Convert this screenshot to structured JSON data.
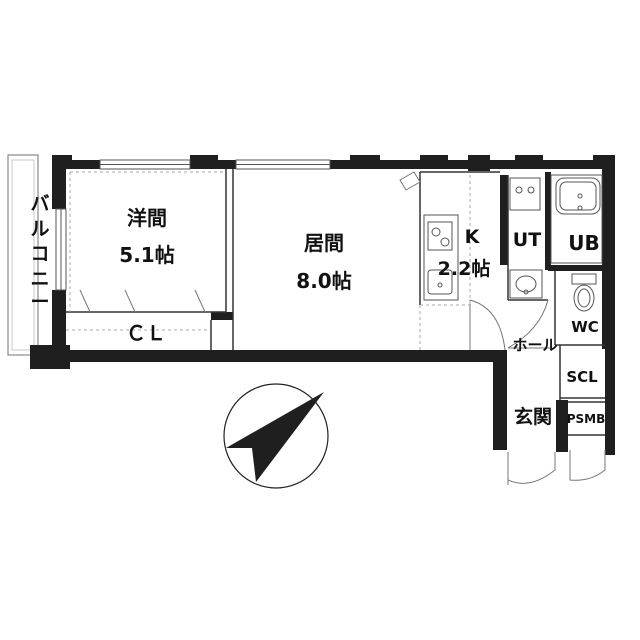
{
  "plan": {
    "rooms": {
      "western_room": {
        "name": "洋間",
        "size": "5.1帖"
      },
      "living_room": {
        "name": "居間",
        "size": "8.0帖"
      },
      "kitchen": {
        "name": "K",
        "size": "2.2帖"
      },
      "closet": {
        "name": "ＣＬ"
      },
      "utility": {
        "name": "UT"
      },
      "unit_bath": {
        "name": "UB"
      },
      "toilet": {
        "name": "WC"
      },
      "hall": {
        "name": "ホール"
      },
      "shoe_closet": {
        "name": "SCL"
      },
      "entrance": {
        "name": "玄関"
      },
      "pipe_space": {
        "name": "PSMB"
      }
    },
    "balcony": {
      "chars": [
        "バ",
        "ル",
        "コ",
        "ニ",
        "ー"
      ]
    }
  },
  "colors": {
    "wall": "#1f1f1f",
    "line": "#333333",
    "light_line": "#888888",
    "background": "#ffffff"
  },
  "icons": {
    "compass": "north-arrow-icon"
  }
}
